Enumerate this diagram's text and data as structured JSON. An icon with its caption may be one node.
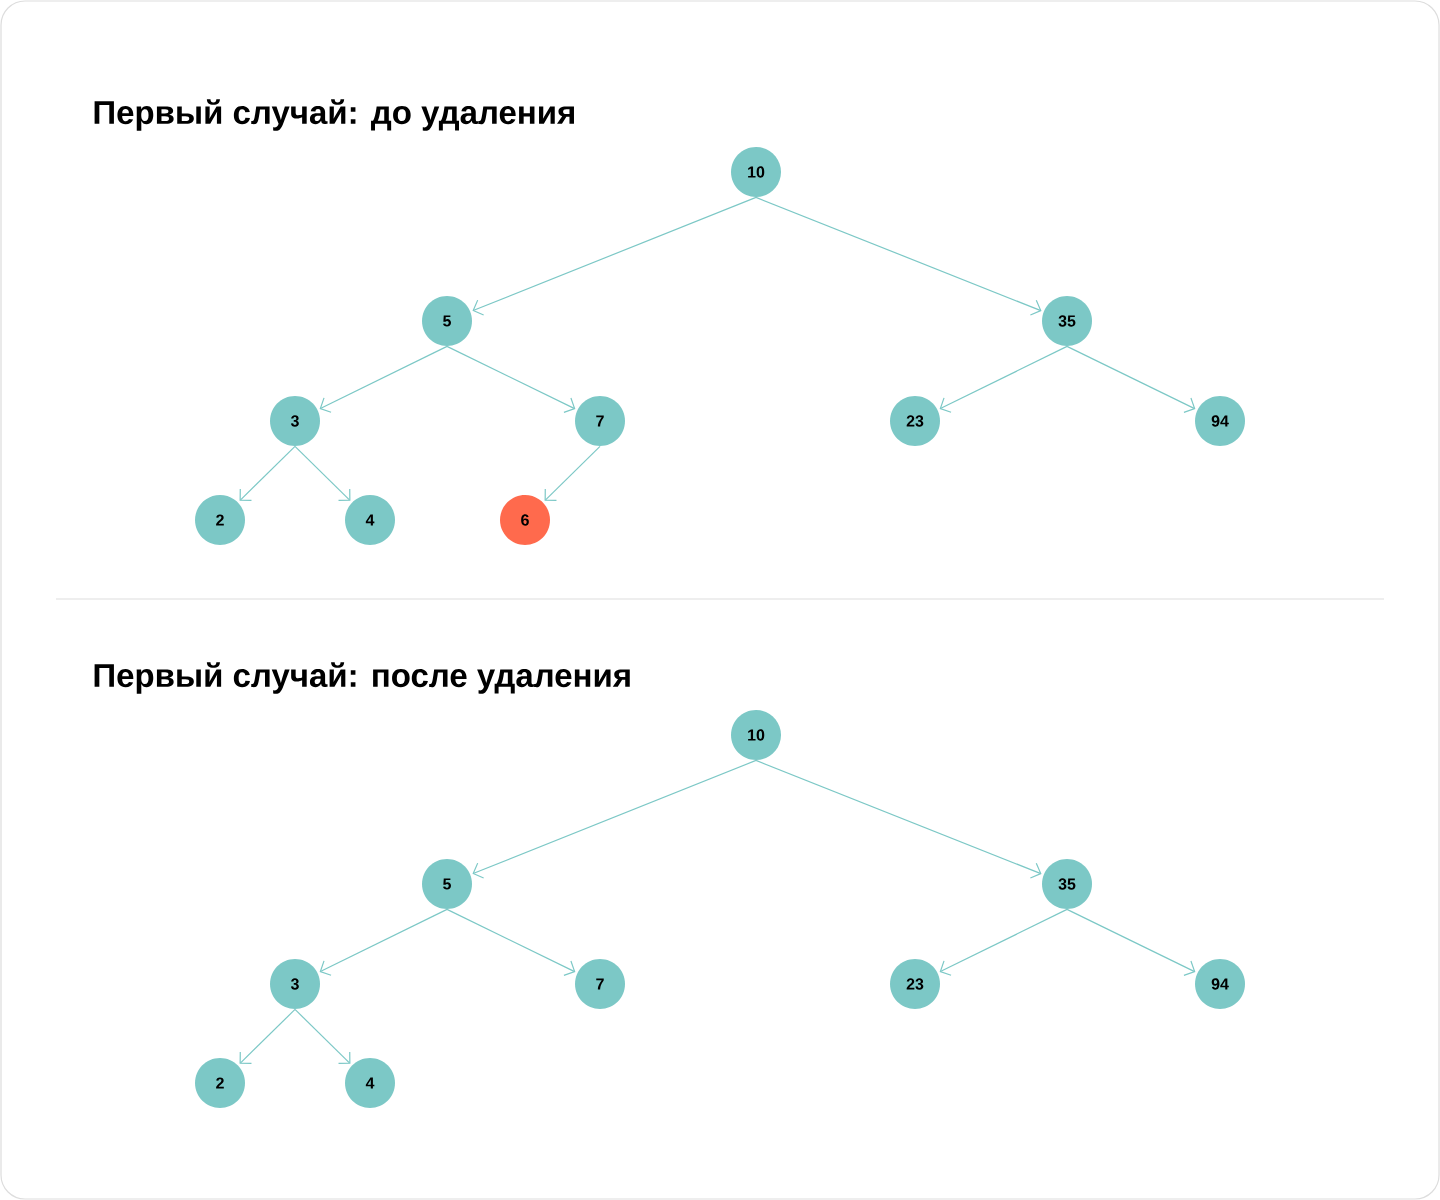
{
  "diagram": {
    "nodes": [
      {
        "text": [
          "10"
        ]
      },
      {
        "text": [
          "5"
        ]
      },
      {
        "text": [
          "35"
        ]
      },
      {
        "text": [
          "3"
        ]
      },
      {
        "text": [
          "7"
        ]
      },
      {
        "text": [
          "23"
        ]
      },
      {
        "text": [
          "94"
        ]
      },
      {
        "text": [
          "2"
        ]
      },
      {
        "text": [
          "4"
        ]
      },
      {
        "text": [
          "6"
        ]
      },
      {
        "text": [
          "10"
        ]
      },
      {
        "text": [
          "5"
        ]
      },
      {
        "text": [
          "35"
        ]
      },
      {
        "text": [
          "3"
        ]
      },
      {
        "text": [
          "7"
        ]
      },
      {
        "text": [
          "23"
        ]
      },
      {
        "text": [
          "94"
        ]
      },
      {
        "text": [
          "2"
        ]
      },
      {
        "text": [
          "4"
        ]
      }
    ],
    "edges": [
      {
        "from": 0,
        "to": 1,
        "arrow": "to"
      },
      {
        "from": 0,
        "to": 2,
        "arrow": "to"
      },
      {
        "from": 1,
        "to": 3,
        "arrow": "to"
      },
      {
        "from": 1,
        "to": 4,
        "arrow": "to"
      },
      {
        "from": 2,
        "to": 5,
        "arrow": "to"
      },
      {
        "from": 2,
        "to": 6,
        "arrow": "to"
      },
      {
        "from": 3,
        "to": 7,
        "arrow": "to"
      },
      {
        "from": 3,
        "to": 8,
        "arrow": "to"
      },
      {
        "from": 4,
        "to": 9,
        "arrow": "to"
      },
      {
        "from": 10,
        "to": 11,
        "arrow": "to"
      },
      {
        "from": 10,
        "to": 12,
        "arrow": "to"
      },
      {
        "from": 11,
        "to": 13,
        "arrow": "to"
      },
      {
        "from": 11,
        "to": 14,
        "arrow": "to"
      },
      {
        "from": 12,
        "to": 15,
        "arrow": "to"
      },
      {
        "from": 12,
        "to": 16,
        "arrow": "to"
      },
      {
        "from": 13,
        "to": 17,
        "arrow": "to"
      },
      {
        "from": 13,
        "to": 18,
        "arrow": "to"
      }
    ],
    "labels": [
      "Первый случай: до удаления",
      "Первый случай: после удаления"
    ]
  }
}
